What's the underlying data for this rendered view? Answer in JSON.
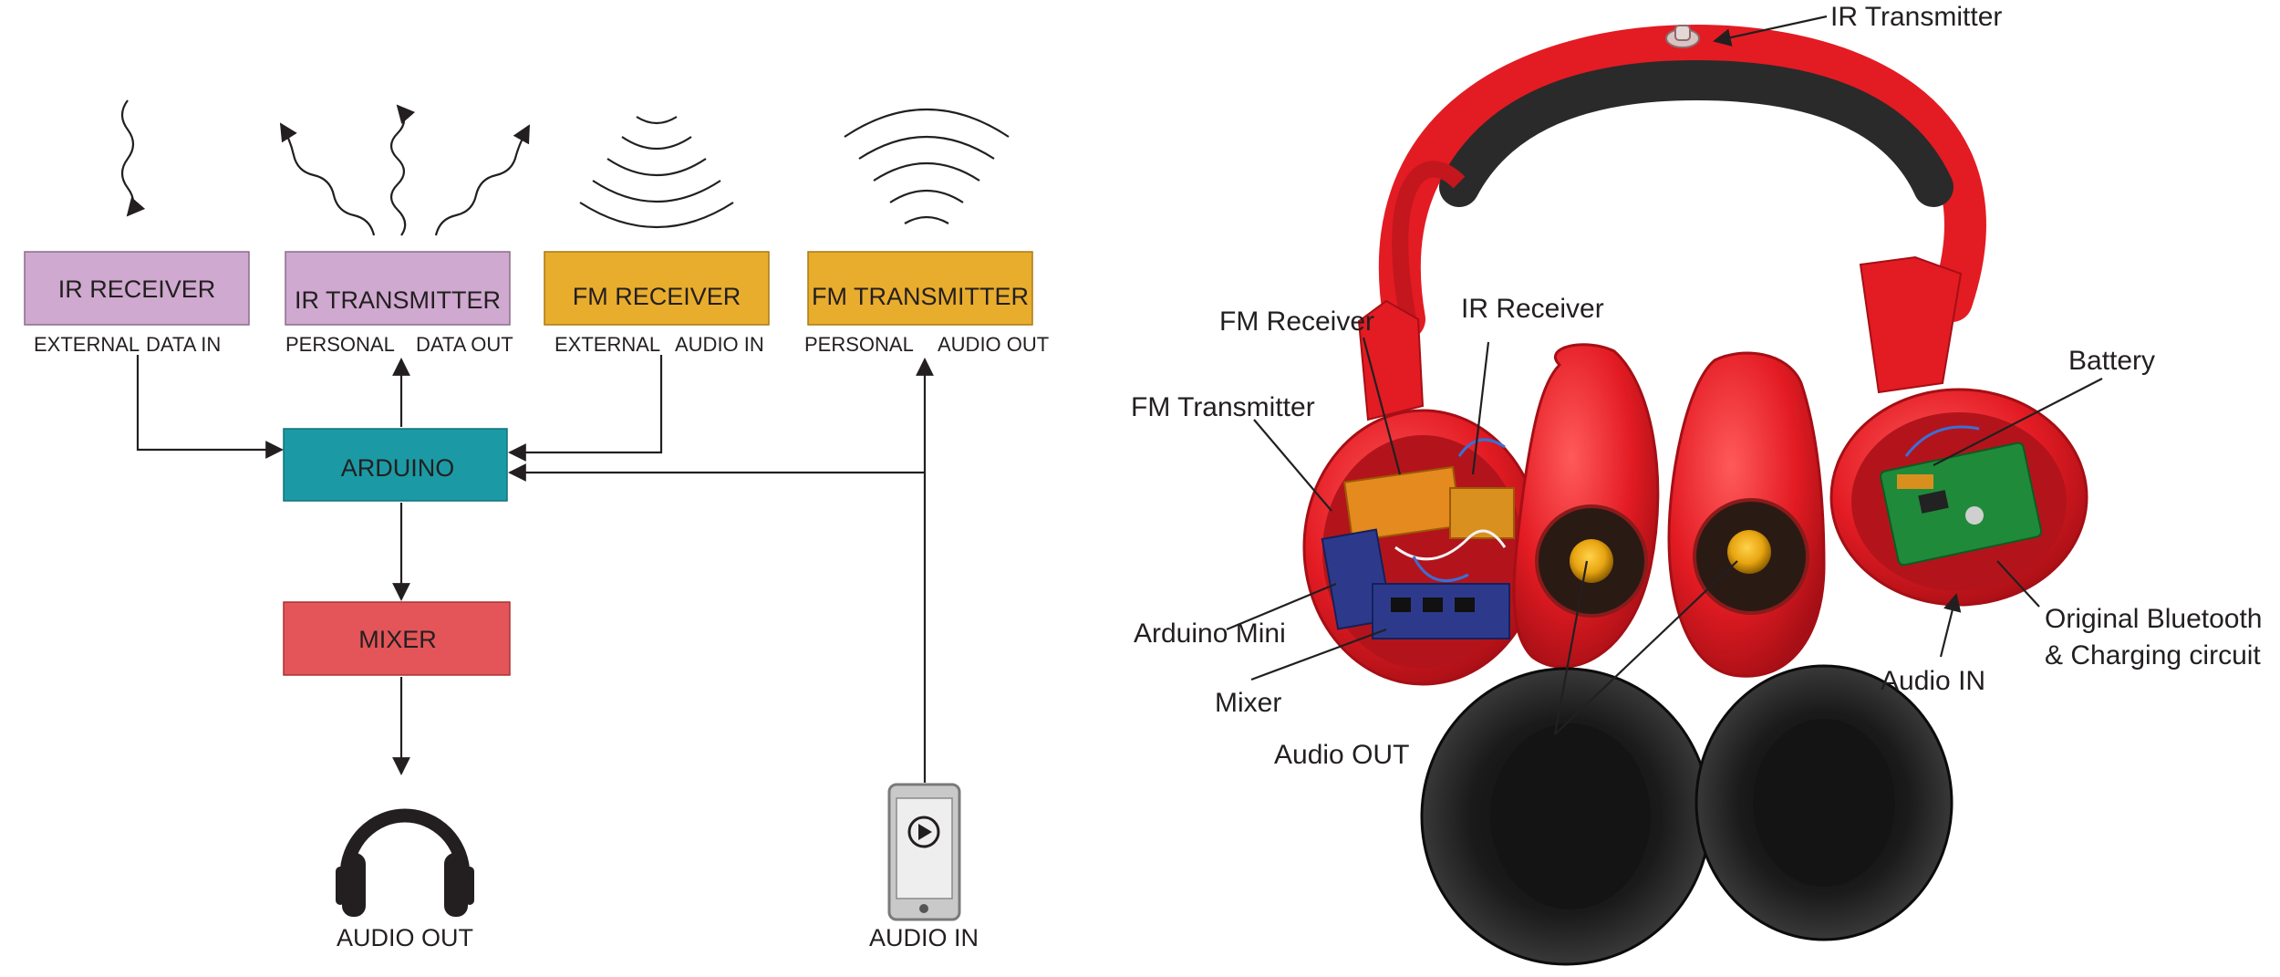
{
  "diagram": {
    "blocks": {
      "ir_receiver": {
        "label": "IR RECEIVER",
        "left": "EXTERNAL",
        "right": "DATA IN",
        "color": "#cfa9cf"
      },
      "ir_transmitter": {
        "label": "IR TRANSMITTER",
        "left": "PERSONAL",
        "right": "DATA OUT",
        "color": "#cfa9cf"
      },
      "fm_receiver": {
        "label": "FM RECEIVER",
        "left": "EXTERNAL",
        "right": "AUDIO IN",
        "color": "#e9ad2d"
      },
      "fm_transmitter": {
        "label": "FM TRANSMITTER",
        "left": "PERSONAL",
        "right": "AUDIO OUT",
        "color": "#e9ad2d"
      },
      "arduino": {
        "label": "ARDUINO",
        "color": "#1b9aa5"
      },
      "mixer": {
        "label": "MIXER",
        "color": "#e35558"
      }
    },
    "outputs": {
      "headphones": "AUDIO OUT",
      "phone": "AUDIO IN"
    }
  },
  "photo": {
    "annotations": {
      "ir_transmitter": "IR Transmitter",
      "fm_receiver": "FM Receiver",
      "ir_receiver": "IR Receiver",
      "fm_transmitter": "FM Transmitter",
      "battery": "Battery",
      "arduino_mini": "Arduino Mini",
      "bluetooth_line1": "Original Bluetooth",
      "bluetooth_line2": "& Charging circuit",
      "audio_in": "Audio IN",
      "mixer": "Mixer",
      "audio_out": "Audio OUT"
    },
    "colors": {
      "shell": "#e31b23",
      "cushion": "#1e1e1e",
      "headband": "#2a2a2a",
      "pcb": "#2d3a8c"
    }
  }
}
